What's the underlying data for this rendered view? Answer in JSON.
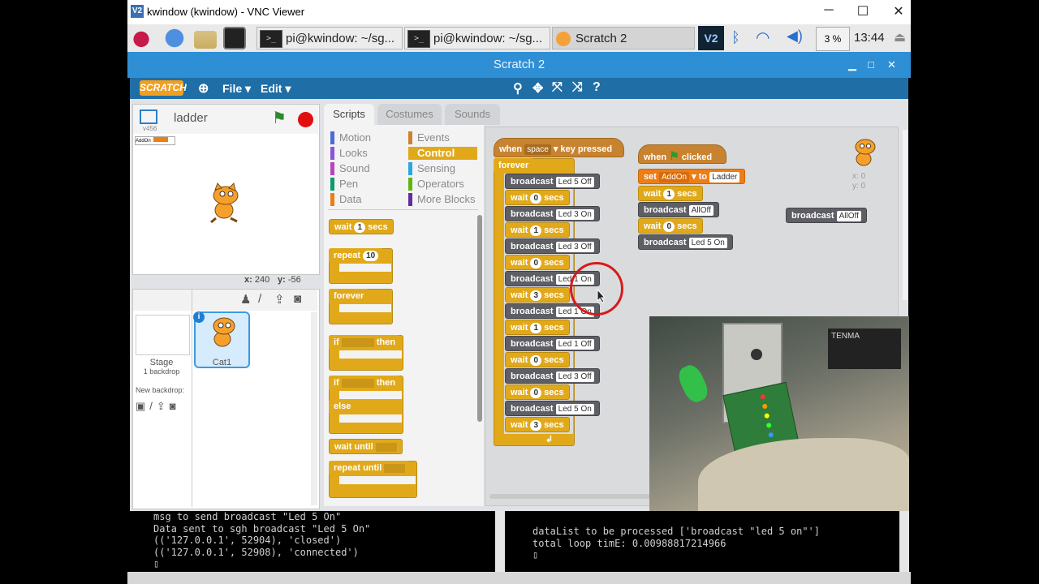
{
  "vnc": {
    "title": "kwindow (kwindow) - VNC Viewer",
    "icon": "V2",
    "minimize": "─",
    "maximize": "☐",
    "close": "✕"
  },
  "taskbar": {
    "windows": [
      {
        "label": "pi@kwindow: ~/sg..."
      },
      {
        "label": "pi@kwindow: ~/sg..."
      },
      {
        "label": "Scratch 2"
      }
    ],
    "cpu": "3 %",
    "clock": "13:44"
  },
  "scratch_window": {
    "title": "Scratch 2"
  },
  "menu": {
    "logo": "SCRATCH",
    "file": "File ▾",
    "edit": "Edit ▾"
  },
  "stage": {
    "project": "ladder",
    "version": "v456",
    "addon": "AddOn",
    "x_label": "x:",
    "x": "240",
    "y_label": "y:",
    "y": "-56"
  },
  "sprites": {
    "stage_label": "Stage",
    "backdrop_count": "1 backdrop",
    "new_backdrop": "New backdrop:",
    "sprite_name": "Cat1"
  },
  "tabs": [
    "Scripts",
    "Costumes",
    "Sounds"
  ],
  "categories": {
    "left": [
      "Motion",
      "Looks",
      "Sound",
      "Pen",
      "Data"
    ],
    "right": [
      "Events",
      "Control",
      "Sensing",
      "Operators",
      "More Blocks"
    ]
  },
  "palette": {
    "wait": "wait",
    "wait_val": "1",
    "secs": "secs",
    "repeat": "repeat",
    "repeat_val": "10",
    "forever": "forever",
    "if": "if",
    "then": "then",
    "else": "else",
    "wait_until": "wait until",
    "repeat_until": "repeat until"
  },
  "script1": {
    "hat_when": "when",
    "hat_key": "space",
    "hat_rest": "key pressed",
    "forever": "forever",
    "broadcast": "broadcast",
    "wait": "wait",
    "secs": "secs",
    "blocks": [
      {
        "type": "broadcast",
        "arg": "Led 5 Off"
      },
      {
        "type": "wait",
        "arg": "0"
      },
      {
        "type": "broadcast",
        "arg": "Led 3 On"
      },
      {
        "type": "wait",
        "arg": "1"
      },
      {
        "type": "broadcast",
        "arg": "Led 3 Off"
      },
      {
        "type": "wait",
        "arg": "0"
      },
      {
        "type": "broadcast",
        "arg": "Led 1 On"
      },
      {
        "type": "wait",
        "arg": "3"
      },
      {
        "type": "broadcast",
        "arg": "Led 1 On"
      },
      {
        "type": "wait",
        "arg": "1"
      },
      {
        "type": "broadcast",
        "arg": "Led 1 Off"
      },
      {
        "type": "wait",
        "arg": "0"
      },
      {
        "type": "broadcast",
        "arg": "Led 3 Off"
      },
      {
        "type": "wait",
        "arg": "0"
      },
      {
        "type": "broadcast",
        "arg": "Led 5 On"
      },
      {
        "type": "wait",
        "arg": "3"
      }
    ]
  },
  "script2": {
    "hat_when": "when",
    "hat_clicked": "clicked",
    "set": "set",
    "var": "AddOn",
    "to": "to",
    "value": "Ladder",
    "wait1": "1",
    "broadcast1": "AllOff",
    "wait2": "0",
    "broadcast2": "Led 5 On",
    "wait": "wait",
    "secs": "secs",
    "broadcast": "broadcast"
  },
  "loose_block": {
    "label": "broadcast",
    "arg": "AllOff"
  },
  "sprite_info": {
    "x": "x: 0",
    "y": "y: 0"
  },
  "terminal_left": {
    "lines": [
      "msg to send broadcast \"Led 5 On\"",
      "Data sent to sgh broadcast \"Led 5 On\"",
      "(('127.0.0.1', 52904), 'closed')",
      "(('127.0.0.1', 52908), 'connected')"
    ]
  },
  "terminal_right": {
    "lines": [
      "dataList to be processed ['broadcast \"led 5 on\"']",
      "total loop timE: 0.00988817214966"
    ]
  },
  "colors": {
    "scratch_blue": "#2e8fd4",
    "events": "#c88330",
    "control": "#e1a91a",
    "broadcast_grey": "#5e5e65"
  }
}
